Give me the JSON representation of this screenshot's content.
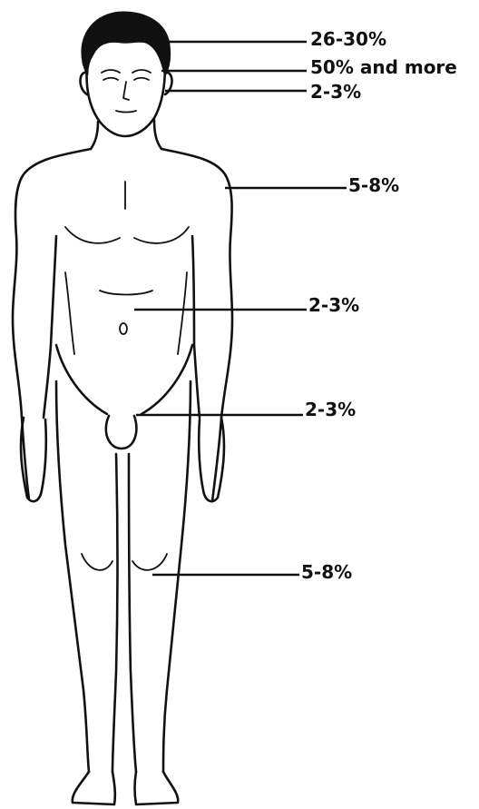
{
  "annotations": [
    {
      "id": "scalp",
      "text": "26-30%"
    },
    {
      "id": "face",
      "text": "50% and more"
    },
    {
      "id": "ears-neck",
      "text": "2-3%"
    },
    {
      "id": "upper-limbs",
      "text": "5-8%"
    },
    {
      "id": "trunk",
      "text": "2-3%"
    },
    {
      "id": "genitals",
      "text": "2-3%"
    },
    {
      "id": "lower-limbs",
      "text": "5-8%"
    }
  ]
}
